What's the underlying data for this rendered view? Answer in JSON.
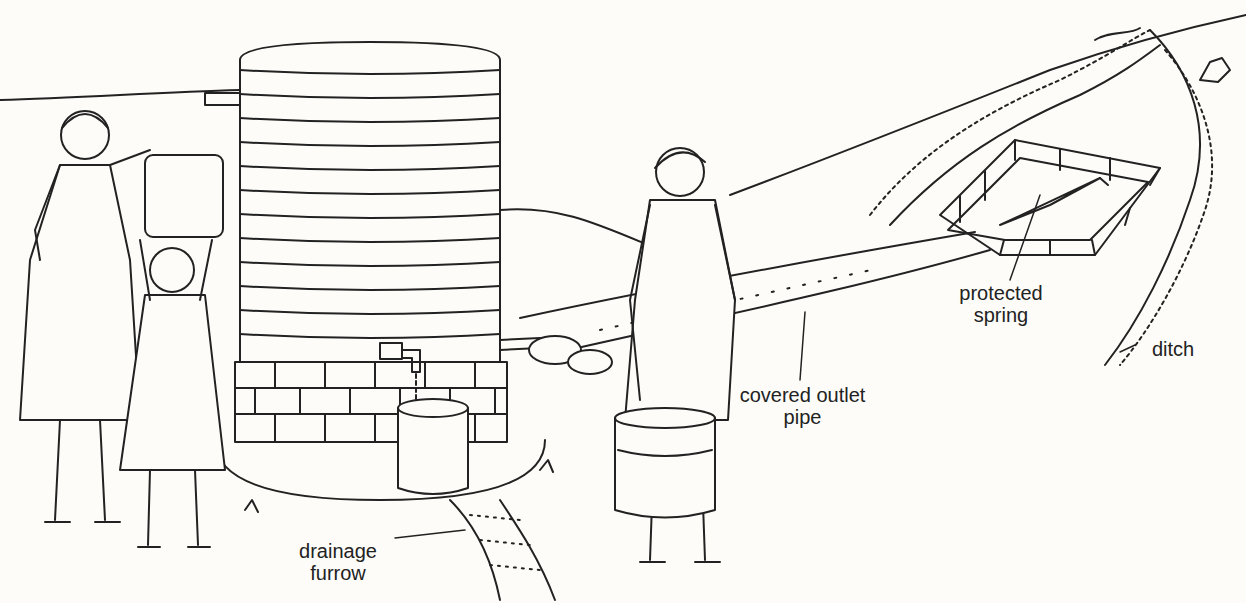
{
  "diagram": {
    "labels": [
      "protected spring",
      "ditch",
      "covered outlet pipe",
      "drainage furrow"
    ]
  }
}
